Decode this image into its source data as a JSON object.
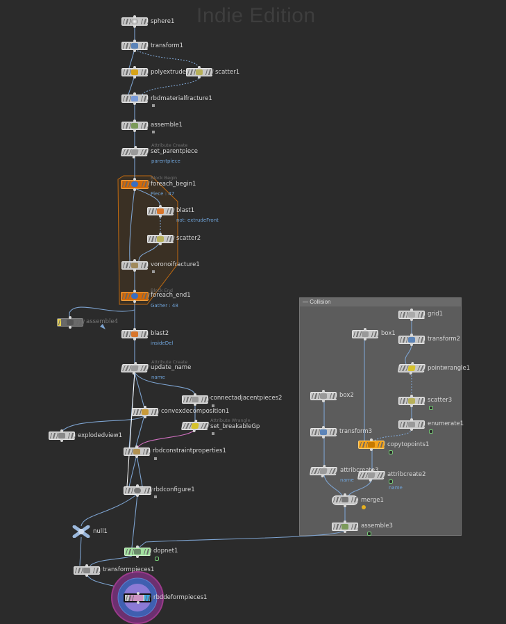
{
  "watermark": "Indie Edition",
  "netbox": {
    "title": "Collision"
  },
  "colors": {
    "background": "#2b2b2b",
    "wire": "#7da3d0",
    "block": "#d16a0a",
    "selected": "#a2e2a0",
    "pink": "#d070c0"
  },
  "nodes": {
    "sphere1": {
      "name": "sphere1"
    },
    "transform1": {
      "name": "transform1"
    },
    "polyextrude1": {
      "name": "polyextrude1"
    },
    "scatter1": {
      "name": "scatter1"
    },
    "rbdmaterialfracture1": {
      "name": "rbdmaterialfracture1"
    },
    "assemble1": {
      "name": "assemble1"
    },
    "set_parentpiece": {
      "name": "set_parentpiece",
      "type": "Attribute Create",
      "info": "parentpiece"
    },
    "foreach_begin1": {
      "name": "foreach_begin1",
      "type": "Block Begin",
      "info": "Piece : 47"
    },
    "blast1": {
      "name": "blast1",
      "info": "not: extrudeFront"
    },
    "scatter2": {
      "name": "scatter2"
    },
    "voronoifracture1": {
      "name": "voronoifracture1"
    },
    "foreach_end1": {
      "name": "foreach_end1",
      "type": "Block End",
      "info": "Gather : 48"
    },
    "assemble4": {
      "name": "assemble4"
    },
    "blast2": {
      "name": "blast2",
      "info": "insideDel"
    },
    "update_name": {
      "name": "update_name",
      "type": "Attribute Create",
      "info": "name"
    },
    "connectadjacentpieces2": {
      "name": "connectadjacentpieces2"
    },
    "convexdecomposition1": {
      "name": "convexdecomposition1"
    },
    "set_breakableGp": {
      "name": "set_breakableGp",
      "type": "Attribute Wrangle"
    },
    "explodedview1": {
      "name": "explodedview1"
    },
    "rbdconstraintproperties1": {
      "name": "rbdconstraintproperties1"
    },
    "rbdconfigure1": {
      "name": "rbdconfigure1"
    },
    "null1": {
      "name": "null1"
    },
    "dopnet1": {
      "name": "dopnet1"
    },
    "transformpieces1": {
      "name": "transformpieces1"
    },
    "rbddeformpieces1": {
      "name": "rbddeformpieces1"
    },
    "grid1": {
      "name": "grid1"
    },
    "box1": {
      "name": "box1"
    },
    "transform2": {
      "name": "transform2"
    },
    "pointwrangle1": {
      "name": "pointwrangle1"
    },
    "box2": {
      "name": "box2"
    },
    "scatter3": {
      "name": "scatter3"
    },
    "enumerate1": {
      "name": "enumerate1"
    },
    "transform3": {
      "name": "transform3"
    },
    "copytopoints1": {
      "name": "copytopoints1"
    },
    "attribcreate3": {
      "name": "attribcreate3",
      "info": "name"
    },
    "attribcreate2": {
      "name": "attribcreate2",
      "info": "name"
    },
    "merge1": {
      "name": "merge1"
    },
    "assemble3": {
      "name": "assemble3"
    }
  }
}
